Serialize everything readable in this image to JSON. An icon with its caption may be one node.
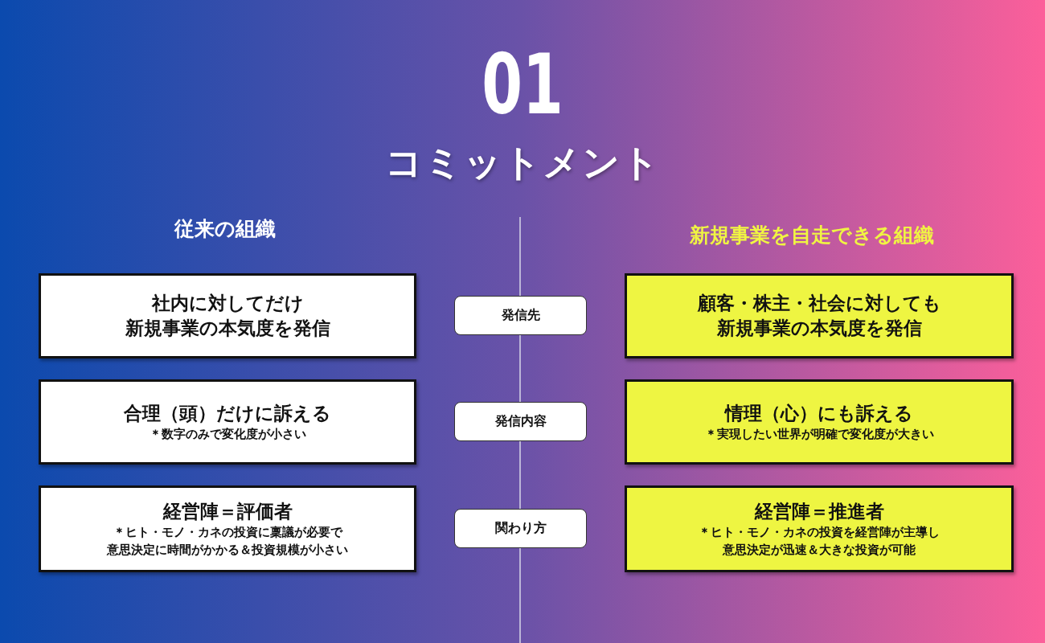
{
  "diagram": {
    "title": "コミットメント",
    "nodes": [
      {
        "text": [
          "社内に対してだけ新規事業の本気度を発信"
        ]
      },
      {
        "text": [
          "発信先"
        ]
      },
      {
        "text": [
          "顧客・株主・社会に対しても新規事業の本気度を発信"
        ]
      },
      {
        "text": [
          "合理（頭）だけに訴える",
          "＊数字のみで変化度が小さい"
        ]
      },
      {
        "text": [
          "発信内容"
        ]
      },
      {
        "text": [
          "情理（心）にも訴える",
          "＊実現したい世界が明確で変化度が大きい"
        ]
      },
      {
        "text": [
          "経営陣＝評価者",
          "＊ヒト・モノ・カネの投資に稟議が必要で意思決定に時間がかかる＆投資規模が小さい"
        ]
      },
      {
        "text": [
          "関わり方"
        ]
      },
      {
        "text": [
          "経営陣＝推進者",
          "＊ヒト・モノ・カネの投資を経営陣が主導し意思決定が迅速＆大きな投資が可能"
        ]
      }
    ],
    "labels": [
      "01",
      "従来の組織",
      "新規事業を自走できる組織"
    ]
  }
}
